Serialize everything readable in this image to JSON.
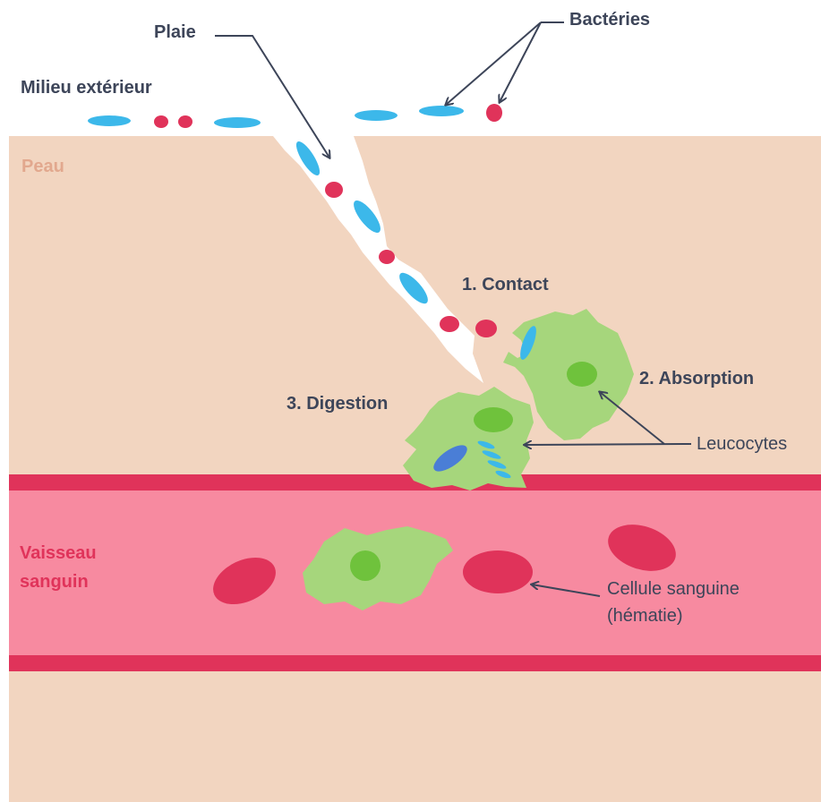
{
  "labels": {
    "plaie": "Plaie",
    "bacteries": "Bactéries",
    "milieu_exterieur": "Milieu extérieur",
    "peau": "Peau",
    "contact": "1. Contact",
    "absorption": "2. Absorption",
    "digestion": "3. Digestion",
    "leucocytes": "Leucocytes",
    "vaisseau_line1": "Vaisseau",
    "vaisseau_line2": "sanguin",
    "cellule_line1": "Cellule sanguine",
    "cellule_line2": "(hématie)"
  },
  "colors": {
    "skin": "#f2d5c0",
    "vessel": "#f78aa0",
    "vessel_wall": "#e0335a",
    "red_bacteria": "#e0335a",
    "blue_bacteria": "#3cb8ea",
    "leucocyte": "#a6d67c",
    "nucleus": "#6fc23c",
    "text": "#3d4559"
  }
}
